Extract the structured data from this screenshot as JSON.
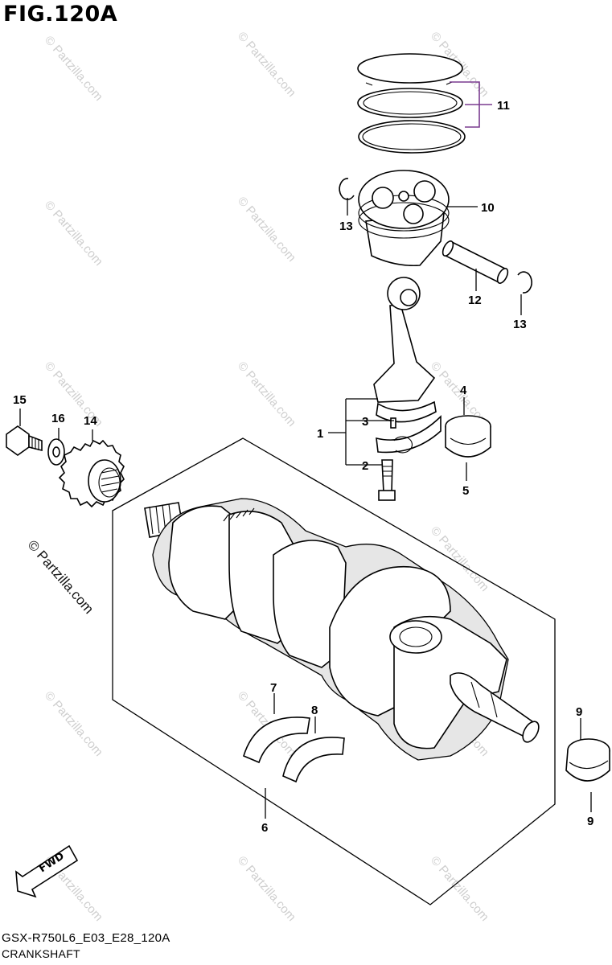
{
  "figure": {
    "title": "FIG.120A"
  },
  "footer": {
    "code": "GSX-R750L6_E03_E28_120A",
    "name": "CRANKSHAFT"
  },
  "watermark": {
    "text": "© Partzilla.com",
    "copyright": "© Partzilla.com"
  },
  "fwd_label": "FWD",
  "callouts": {
    "c1": "1",
    "c2": "2",
    "c3": "3",
    "c4": "4",
    "c5": "5",
    "c6": "6",
    "c7": "7",
    "c8": "8",
    "c9a": "9",
    "c9b": "9",
    "c10": "10",
    "c11": "11",
    "c12": "12",
    "c13a": "13",
    "c13b": "13",
    "c14": "14",
    "c15": "15",
    "c16": "16"
  },
  "colors": {
    "line": "#000000",
    "leader_highlight": "#7a3b8f",
    "watermark": "#cfcfcf"
  }
}
